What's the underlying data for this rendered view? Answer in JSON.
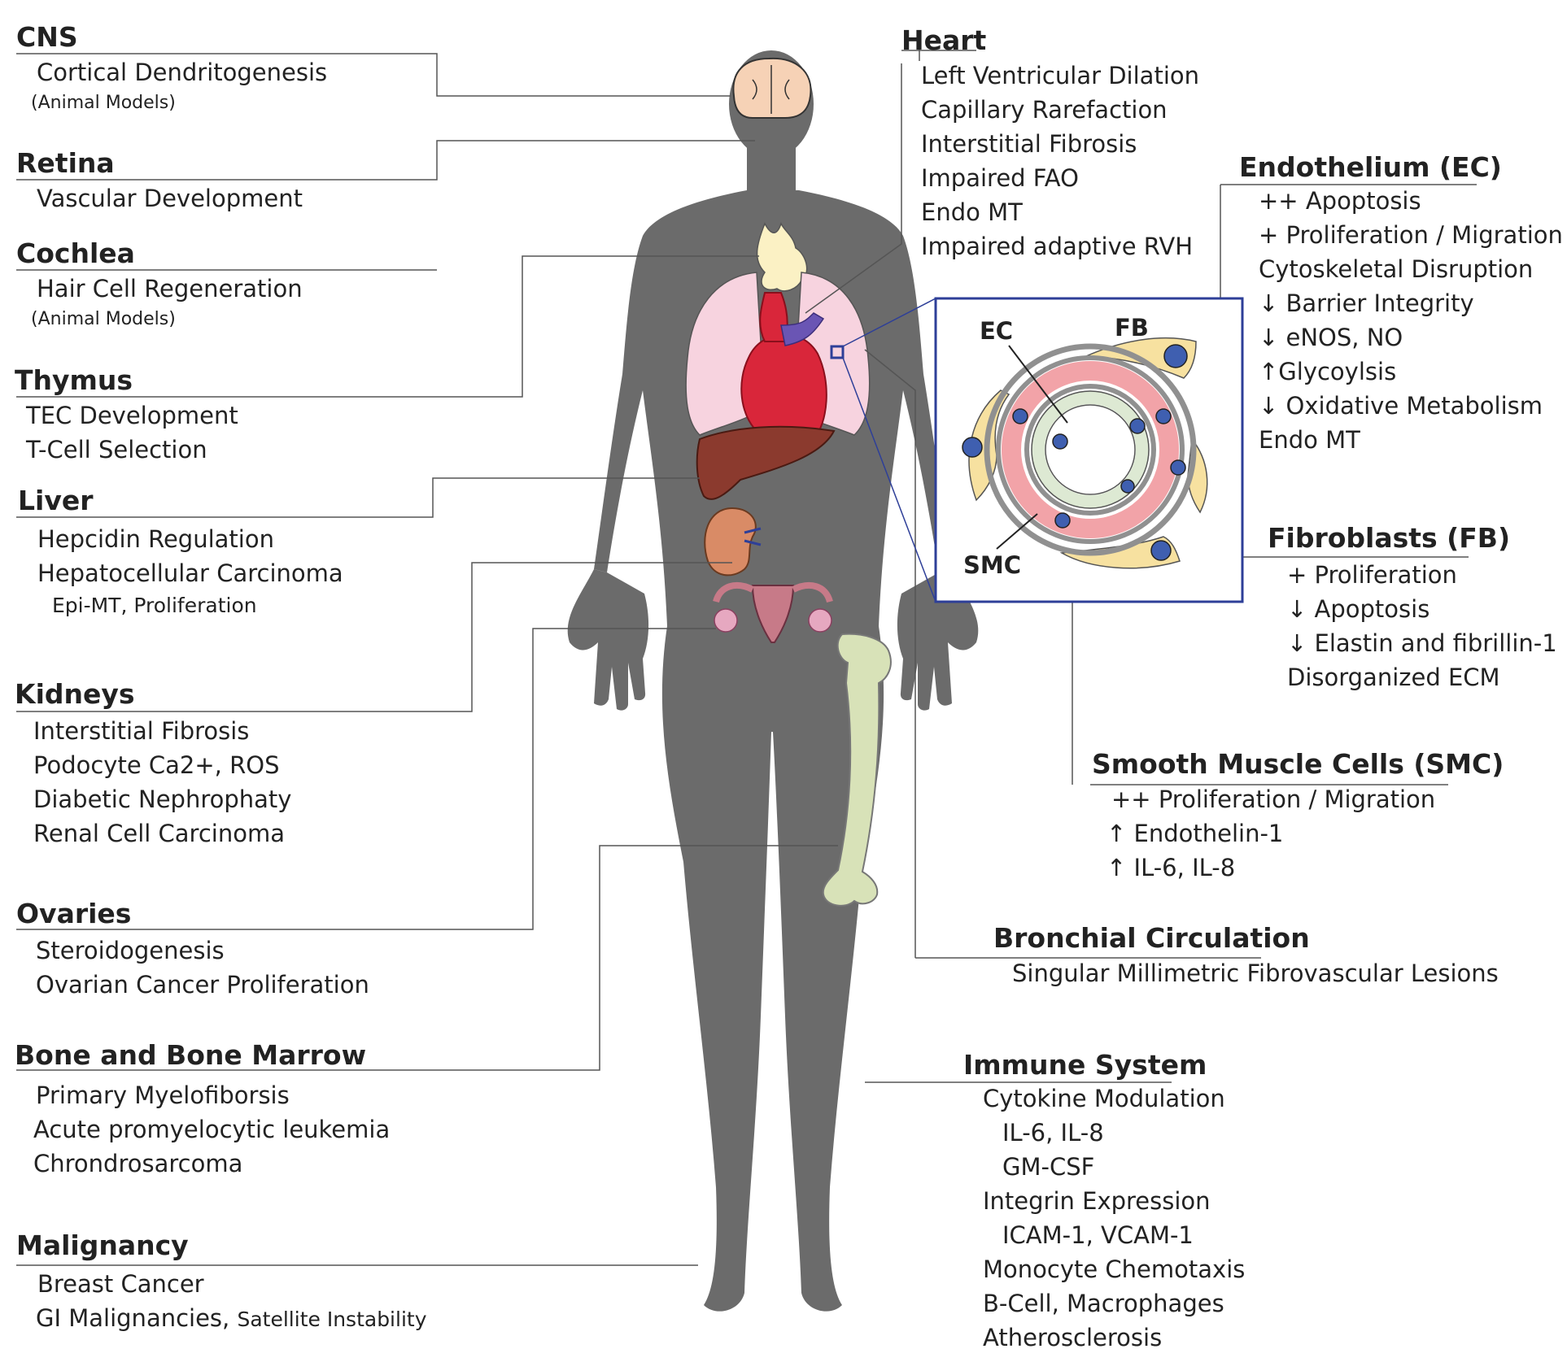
{
  "left": {
    "cns": {
      "title": "CNS",
      "items": [
        "Cortical Dendritogenesis"
      ],
      "note": "(Animal Models)"
    },
    "retina": {
      "title": "Retina",
      "items": [
        "Vascular Development"
      ]
    },
    "cochlea": {
      "title": "Cochlea",
      "items": [
        "Hair Cell Regeneration"
      ],
      "note": "(Animal Models)"
    },
    "thymus": {
      "title": "Thymus",
      "items": [
        "TEC Development",
        "T-Cell Selection"
      ]
    },
    "liver": {
      "title": "Liver",
      "items": [
        "Hepcidin Regulation",
        "Hepatocellular Carcinoma"
      ],
      "note": "Epi-MT, Proliferation"
    },
    "kidneys": {
      "title": "Kidneys",
      "items": [
        "Interstitial Fibrosis",
        "Podocyte Ca2+, ROS",
        "Diabetic Nephrophaty",
        "Renal Cell Carcinoma"
      ]
    },
    "ovaries": {
      "title": "Ovaries",
      "items": [
        "Steroidogenesis",
        "Ovarian Cancer Proliferation"
      ]
    },
    "bone": {
      "title": "Bone and Bone Marrow",
      "items": [
        "Primary Myelofiborsis",
        "Acute promyelocytic leukemia",
        "Chrondrosarcoma"
      ]
    },
    "malignancy": {
      "title": "Malignancy",
      "items": [
        "Breast Cancer"
      ],
      "gi_main": "GI Malignancies,",
      "gi_note": "Satellite Instability"
    }
  },
  "right": {
    "heart": {
      "title": "Heart",
      "items": [
        "Left Ventricular Dilation",
        "Capillary Rarefaction",
        "Interstitial Fibrosis",
        "Impaired FAO",
        "Endo MT",
        "Impaired adaptive RVH"
      ]
    },
    "endothelium": {
      "title": "Endothelium (EC)",
      "items": [
        "++ Apoptosis",
        "+ Proliferation / Migration",
        "Cytoskeletal Disruption",
        "↓ Barrier Integrity",
        "↓ eNOS, NO",
        "↑Glycoylsis",
        "↓ Oxidative Metabolism",
        "Endo MT"
      ]
    },
    "fibroblasts": {
      "title": "Fibroblasts (FB)",
      "items": [
        "+ Proliferation",
        "↓ Apoptosis",
        "↓ Elastin and fibrillin-1",
        "Disorganized ECM"
      ]
    },
    "smc": {
      "title": "Smooth Muscle Cells (SMC)",
      "items": [
        "++ Proliferation / Migration",
        "↑ Endothelin-1",
        "↑ IL-6, IL-8"
      ]
    },
    "bronchial": {
      "title": "Bronchial Circulation",
      "items": [
        "Singular Millimetric Fibrovascular Lesions"
      ]
    },
    "immune": {
      "title": "Immune System",
      "items": [
        "Cytokine Modulation",
        "IL-6, IL-8",
        "GM-CSF",
        "Integrin Expression",
        "ICAM-1, VCAM-1",
        "Monocyte Chemotaxis",
        "B-Cell, Macrophages",
        "Atherosclerosis"
      ]
    }
  },
  "inset": {
    "ec": "EC",
    "fb": "FB",
    "smc": "SMC"
  },
  "colors": {
    "body": "#6b6b6b",
    "brain": "#f6d2b6",
    "thymus": "#fbf1c4",
    "lung": "#f7d3df",
    "heart": "#d9263a",
    "vessel_blue": "#6a55b4",
    "liver": "#8b3a2e",
    "kidney": "#d98b66",
    "uterus": "#c77a88",
    "bone": "#d8e2b8",
    "frame": "#2e3f98",
    "nucleus": "#3f5fb0",
    "fibroblast": "#f7e1a0",
    "smc_ring": "#f2a3a8",
    "endo_ring": "#dde9d3",
    "line": "#555555"
  }
}
